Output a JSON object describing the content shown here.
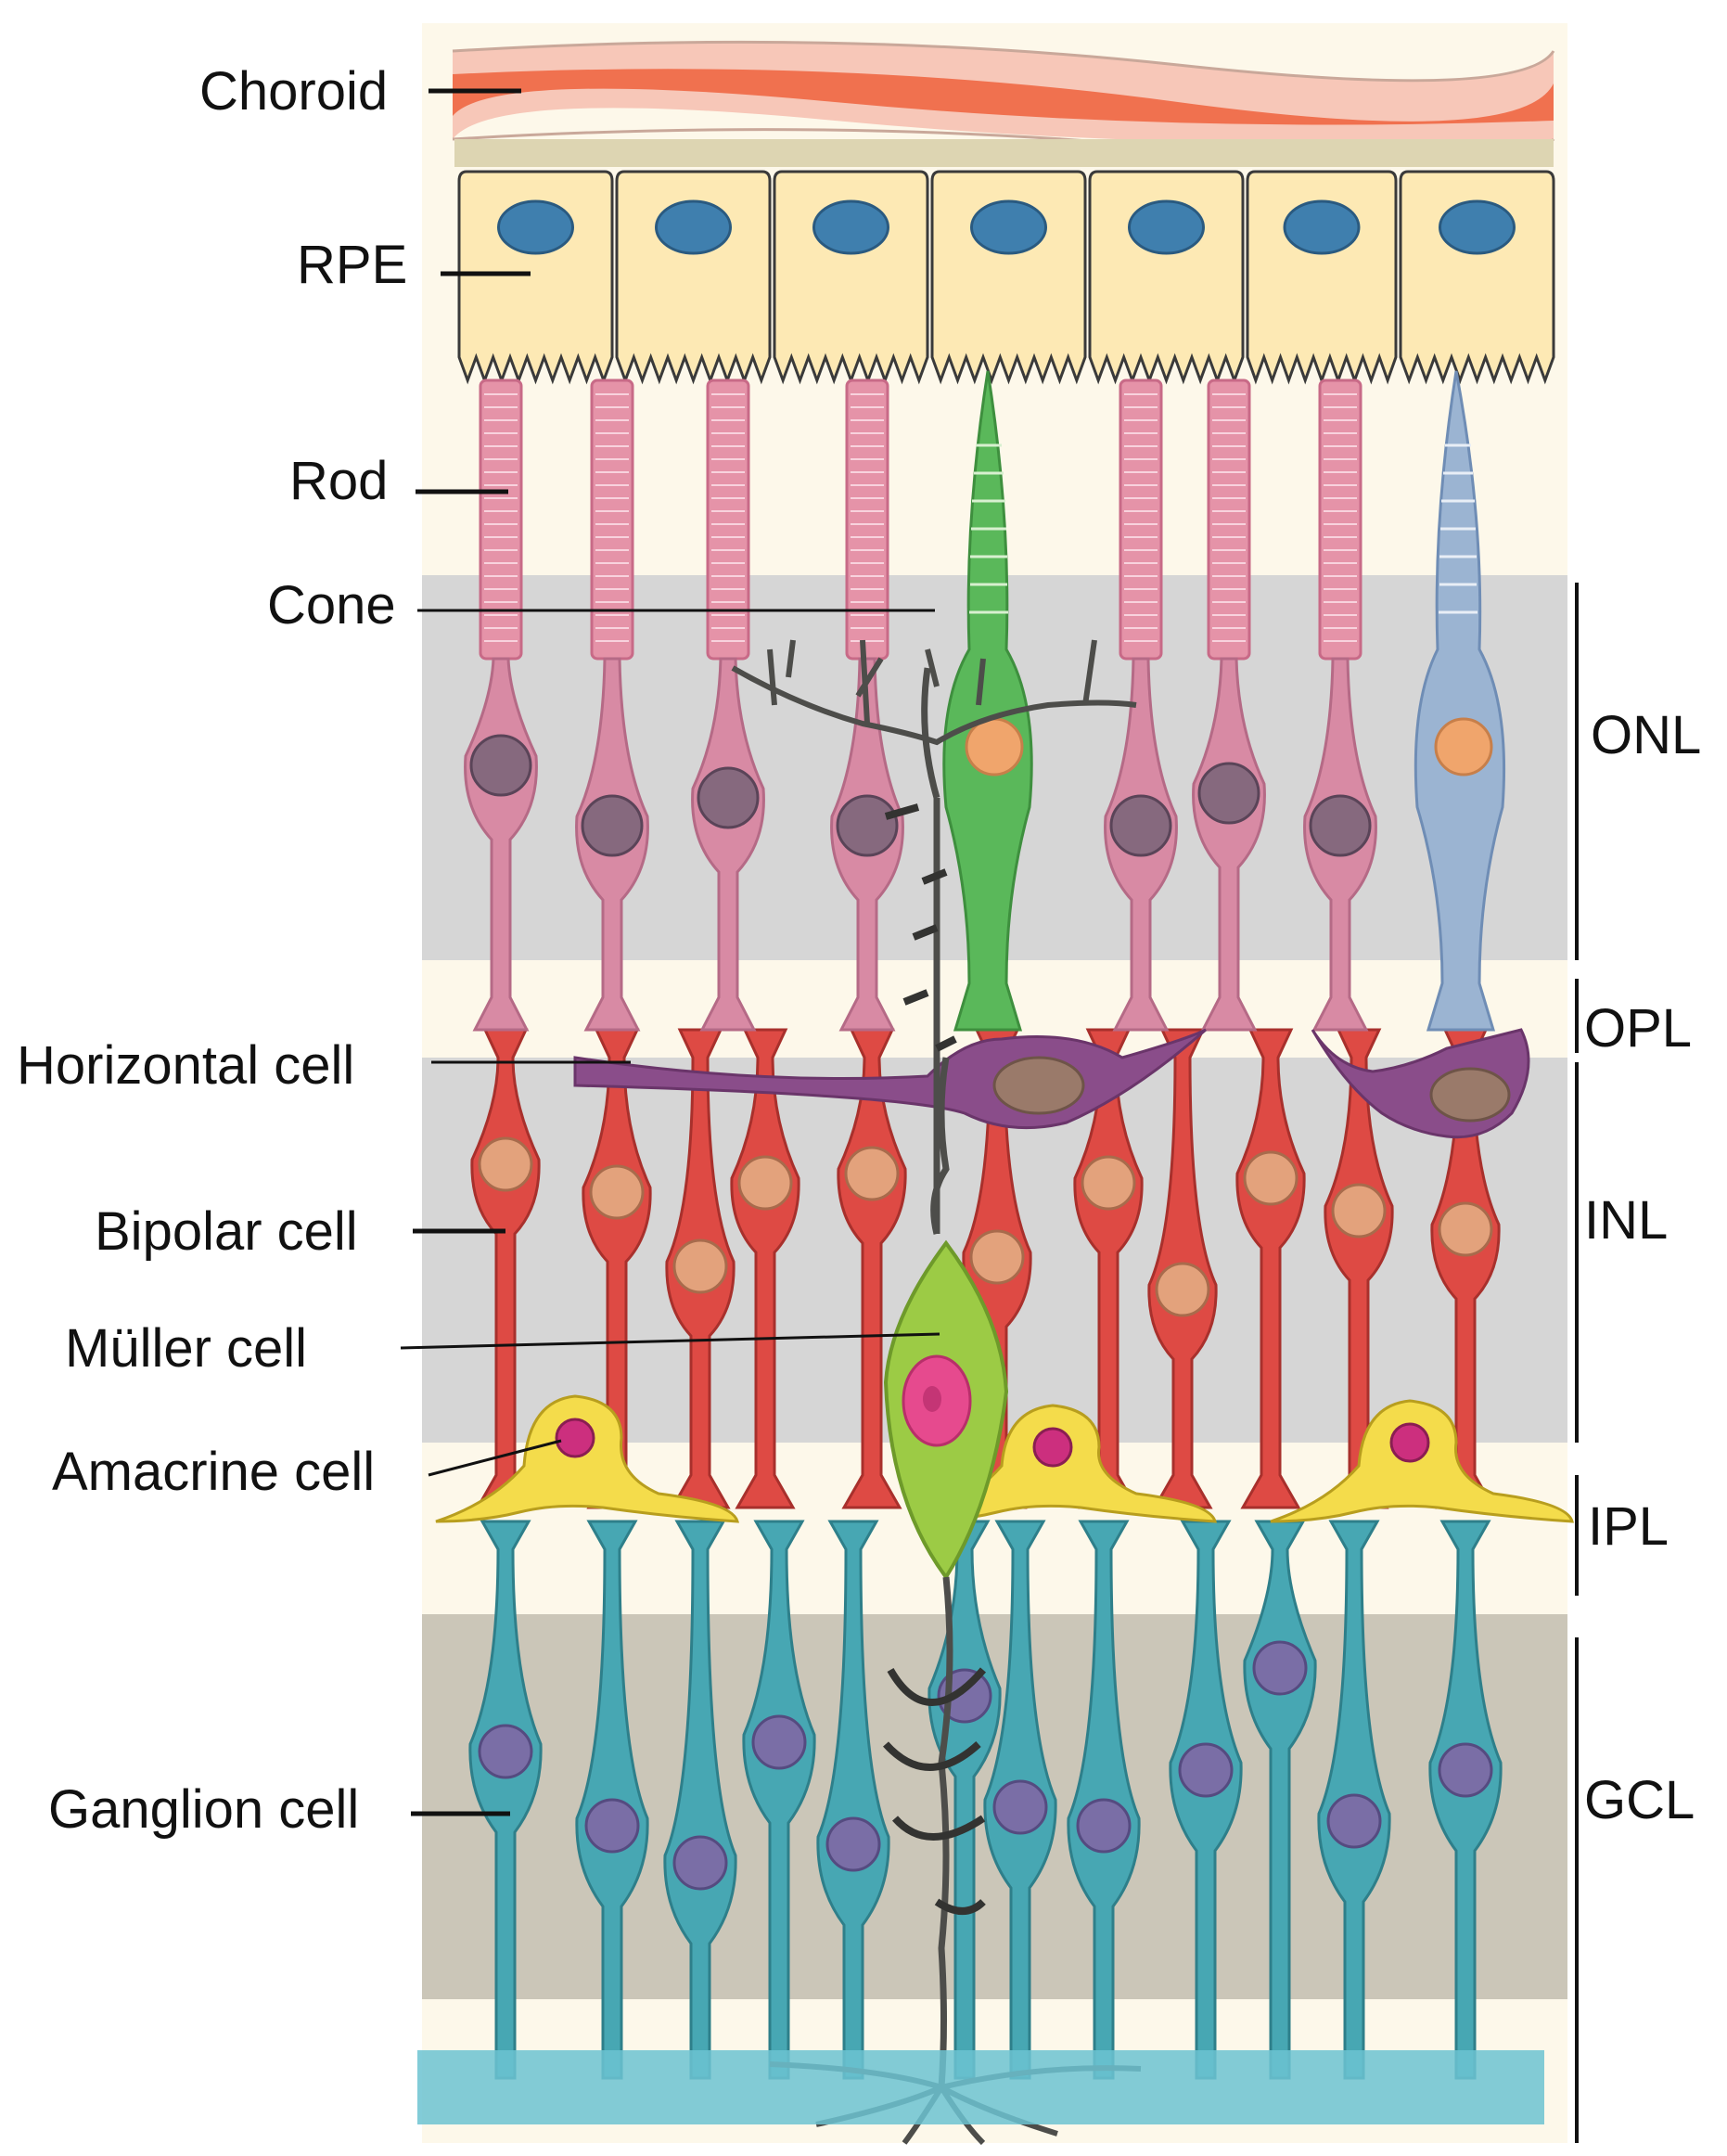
{
  "left_labels": [
    {
      "id": "choroid",
      "text": "Choroid"
    },
    {
      "id": "rpe",
      "text": "RPE"
    },
    {
      "id": "rod",
      "text": "Rod"
    },
    {
      "id": "cone",
      "text": "Cone"
    },
    {
      "id": "horizontal",
      "text": "Horizontal cell"
    },
    {
      "id": "bipolar",
      "text": "Bipolar cell"
    },
    {
      "id": "muller",
      "text": "Müller cell"
    },
    {
      "id": "amacrine",
      "text": "Amacrine cell"
    },
    {
      "id": "ganglion",
      "text": "Ganglion cell"
    }
  ],
  "right_labels": [
    {
      "id": "onl",
      "text": "ONL"
    },
    {
      "id": "opl",
      "text": "OPL"
    },
    {
      "id": "inl",
      "text": "INL"
    },
    {
      "id": "ipl",
      "text": "IPL"
    },
    {
      "id": "gcl",
      "text": "GCL"
    }
  ],
  "colors": {
    "background": "#fdf8ea",
    "band_gray": "#d4d4d4",
    "band_gcl": "#c8c3b6",
    "choroid": "#f0714f",
    "choroid_light": "#f7c7b8",
    "bruch": "#ddd5b2",
    "rpe_cell": "#fde9b4",
    "rpe_nucleus": "#3f7fae",
    "rod": "#e593a8",
    "rod_body": "#d88aa4",
    "rod_nucleus": "#86697e",
    "cone_green": "#5ab85a",
    "cone_blue": "#9bb4d2",
    "cone_nucleus": "#f0a56c",
    "horizontal": "#8a4d8a",
    "horizontal_nucleus": "#9a7a6a",
    "bipolar": "#de4a44",
    "bipolar_nucleus": "#e3a27c",
    "muller": "#4d4d4a",
    "muller_body": "#9ccb45",
    "muller_nucleus": "#e64a8e",
    "amacrine": "#f4dc4b",
    "amacrine_nucleus": "#cc2f7e",
    "ganglion": "#47a7b3",
    "ganglion_nucleus": "#7a6ea6",
    "fiber_layer": "#6cc3d1"
  }
}
